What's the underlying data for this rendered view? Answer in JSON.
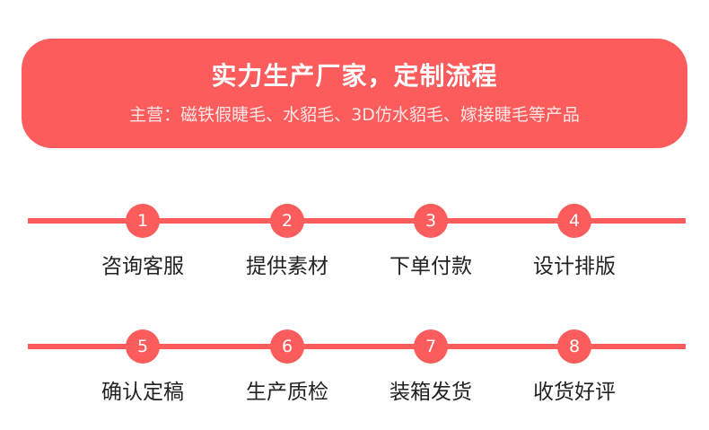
{
  "banner": {
    "title": "实力生产厂家，定制流程",
    "subtitle": "主营：磁铁假睫毛、水貂毛、3D仿水貂毛、嫁接睫毛等产品"
  },
  "colors": {
    "accent": "#fd5c5c",
    "text": "#222222",
    "white": "#ffffff"
  },
  "steps": [
    {
      "number": "1",
      "label": "咨询客服"
    },
    {
      "number": "2",
      "label": "提供素材"
    },
    {
      "number": "3",
      "label": "下单付款"
    },
    {
      "number": "4",
      "label": "设计排版"
    },
    {
      "number": "5",
      "label": "确认定稿"
    },
    {
      "number": "6",
      "label": "生产质检"
    },
    {
      "number": "7",
      "label": "装箱发货"
    },
    {
      "number": "8",
      "label": "收货好评"
    }
  ]
}
